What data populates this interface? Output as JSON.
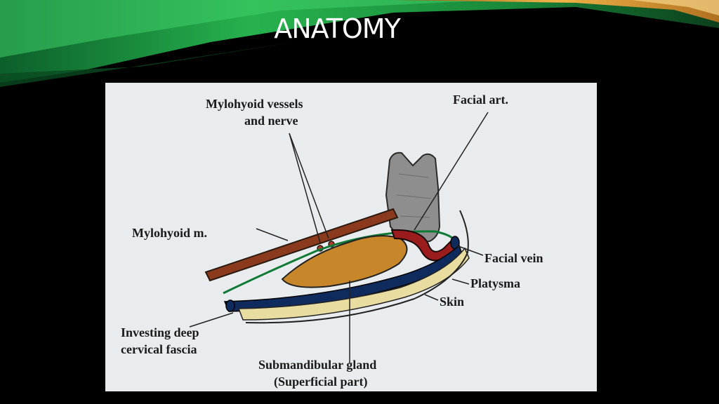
{
  "slide": {
    "title": "ANATOMY",
    "colors": {
      "background": "#000000",
      "accent_green": "#1fb04a",
      "accent_gold": "#e8a83a"
    }
  },
  "diagram": {
    "labels": {
      "mylohyoid_vessels_line1": "Mylohyoid vessels",
      "mylohyoid_vessels_line2": "and nerve",
      "facial_art": "Facial art.",
      "mylohyoid_m": "Mylohyoid m.",
      "facial_vein": "Facial vein",
      "platysma": "Platysma",
      "skin": "Skin",
      "investing_line1": "Investing deep",
      "investing_line2": "cervical fascia",
      "gland_line1": "Submandibular gland",
      "gland_line2": "(Superficial part)"
    },
    "colors": {
      "mylohyoid_muscle": "#8b3a1e",
      "gland": "#c8862a",
      "facial_artery": "#9b1c1c",
      "fascia": "#0f7a34",
      "platysma": "#0f2a5c",
      "skin": "#e8dca0",
      "mandible": "#8e8e8e"
    }
  }
}
